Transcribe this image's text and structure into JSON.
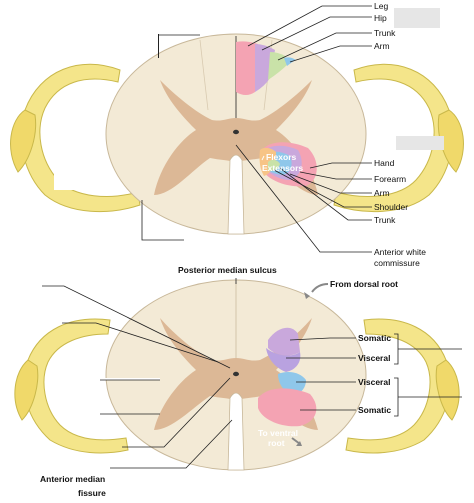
{
  "top": {
    "labels": {
      "leg": "Leg",
      "hip": "Hip",
      "trunk": "Trunk",
      "arm": "Arm",
      "flexors": "Flexors",
      "extensors": "Extensors",
      "hand": "Hand",
      "forearm": "Forearm",
      "arm_lower": "Arm",
      "shoulder": "Shoulder",
      "trunk_lower": "Trunk",
      "anterior_white_commissure_1": "Anterior white",
      "anterior_white_commissure_2": "commissure"
    }
  },
  "bottom": {
    "labels": {
      "posterior_median_sulcus": "Posterior median sulcus",
      "from_dorsal_root": "From dorsal root",
      "somatic_top": "Somatic",
      "visceral_top": "Visceral",
      "visceral_bottom": "Visceral",
      "somatic_bottom": "Somatic",
      "to_ventral_root_1": "To ventral",
      "to_ventral_root_2": "root",
      "anterior_median_fissure_1": "Anterior median",
      "anterior_median_fissure_2": "fissure"
    }
  },
  "colors": {
    "white_matter": "#f3ead6",
    "gray_matter": "#dcb896",
    "nerve": "#f4e58a",
    "nerve_edge": "#c9b84a",
    "pink": "#f4a3b3",
    "lavender": "#c9a8dc",
    "green": "#c9e2a8",
    "blue": "#8fc7ea",
    "orange": "#f7c486"
  }
}
